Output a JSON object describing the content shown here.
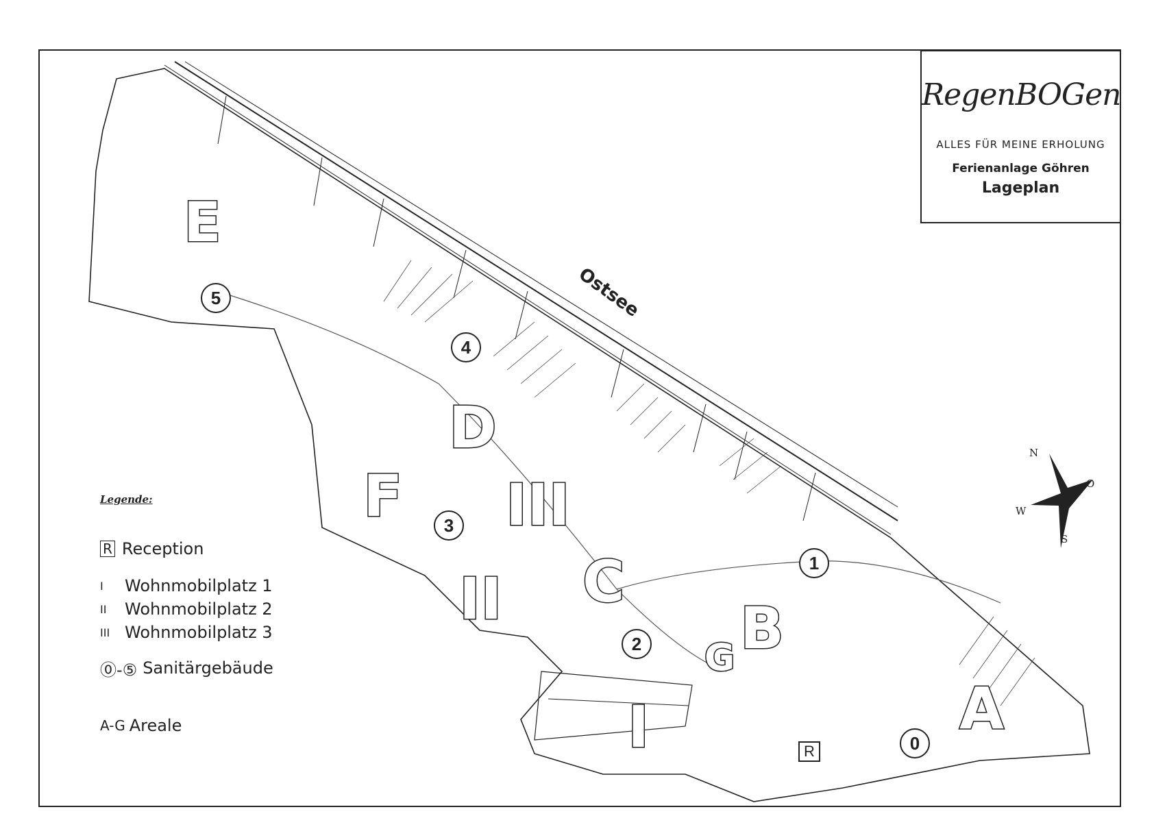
{
  "brand": {
    "logo_text": "RegenBOGen",
    "tagline": "ALLES FÜR MEINE ERHOLUNG",
    "subtitle": "Ferienanlage Göhren",
    "title": "Lageplan"
  },
  "sea_label": "Ostsee",
  "legend": {
    "title": "Legende:",
    "items": [
      {
        "symbol": "R",
        "label": "Reception"
      },
      {
        "symbol": "I",
        "label": "Wohnmobilplatz 1"
      },
      {
        "symbol": "II",
        "label": "Wohnmobilplatz 2"
      },
      {
        "symbol": "III",
        "label": "Wohnmobilplatz 3"
      },
      {
        "symbol": "⓪-⑤",
        "label": "Sanitärgebäude"
      },
      {
        "symbol": "A-G",
        "label": "Areale"
      }
    ]
  },
  "areas": [
    "A",
    "B",
    "C",
    "D",
    "E",
    "F",
    "G"
  ],
  "camper_sites": [
    "I",
    "II",
    "III"
  ],
  "sanitary": [
    "0",
    "1",
    "2",
    "3",
    "4",
    "5"
  ],
  "reception_marker": "R",
  "compass": {
    "N": "N",
    "O": "O",
    "S": "S",
    "W": "W"
  }
}
